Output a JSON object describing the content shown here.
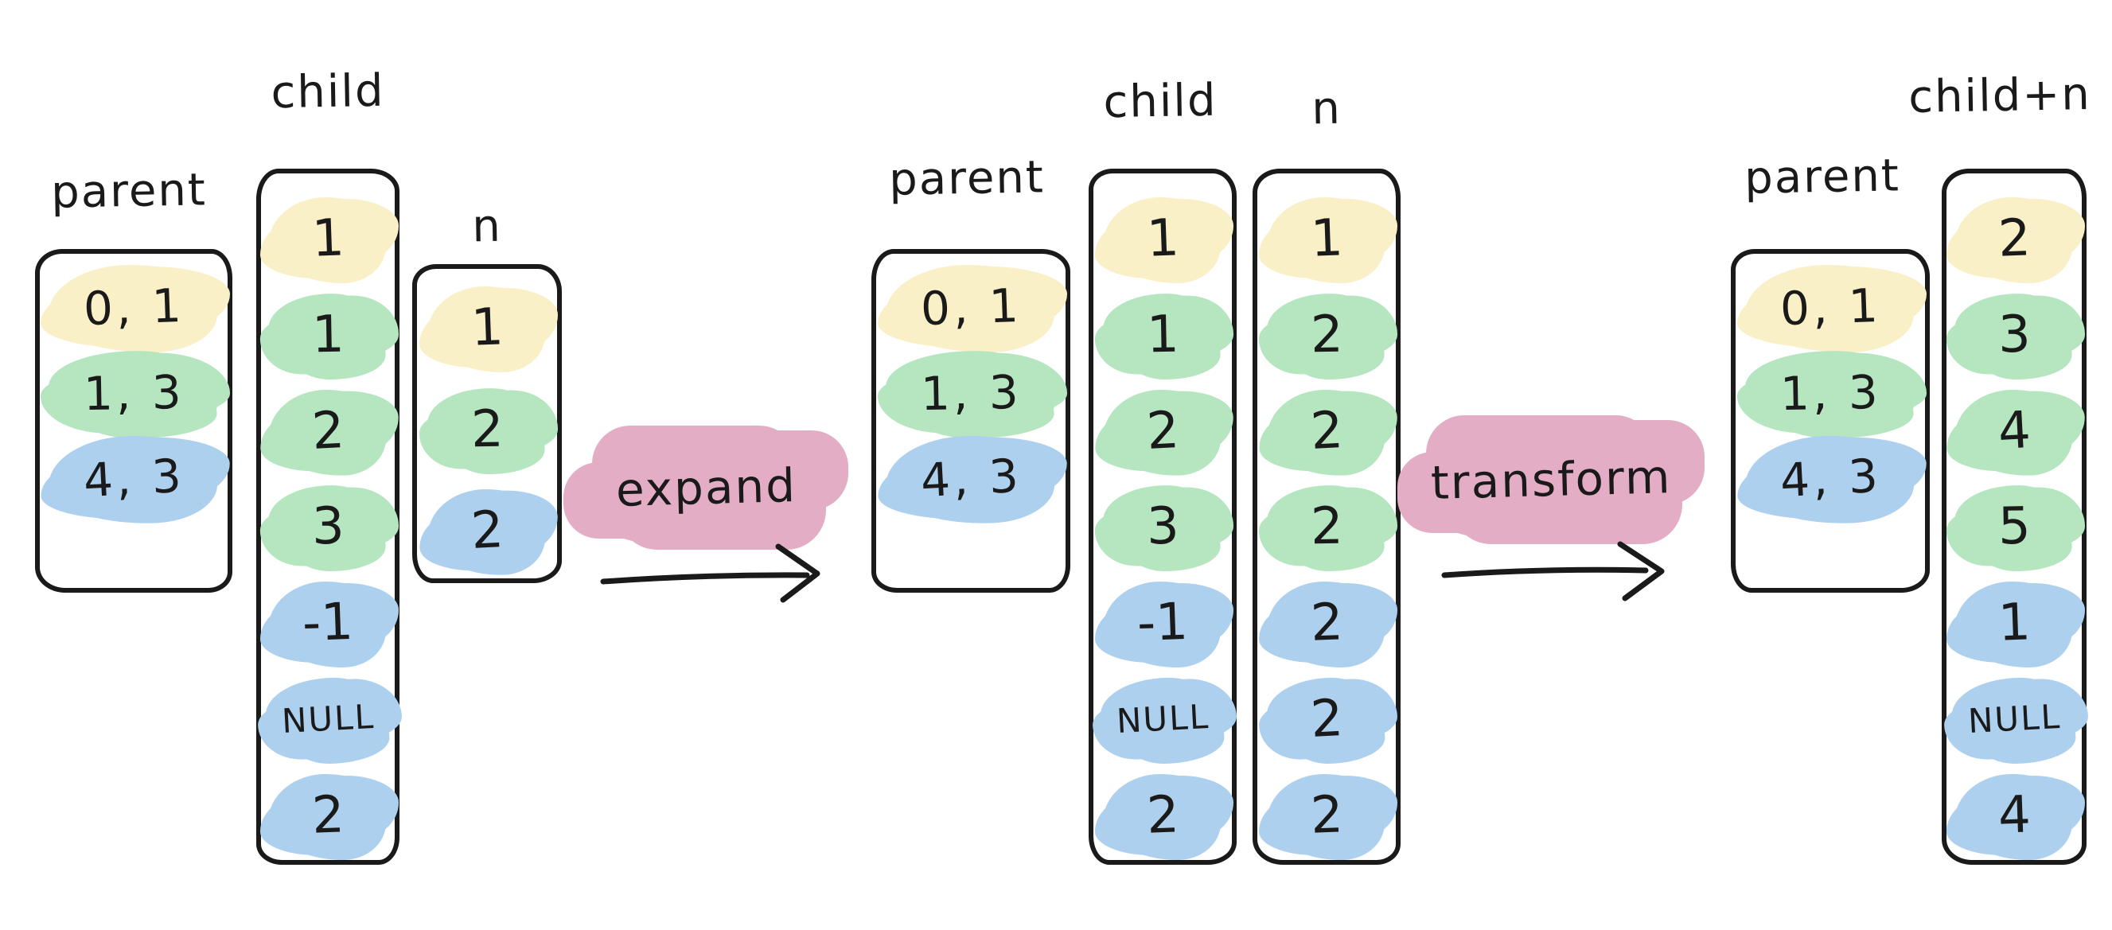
{
  "colors": {
    "ink": "#1a1a1a",
    "yellow": "#faf0c8",
    "green": "#b5e6c0",
    "blue": "#aed0ef",
    "pink": "#e3aec5"
  },
  "groups": [
    {
      "stage": "before-expand",
      "columns": [
        {
          "id": "parent",
          "label": "parent",
          "cells": [
            {
              "text": "0, 1",
              "color": "yellow"
            },
            {
              "text": "1, 3",
              "color": "green"
            },
            {
              "text": "4, 3",
              "color": "blue"
            }
          ]
        },
        {
          "id": "child",
          "label": "child",
          "cells": [
            {
              "text": "1",
              "color": "yellow"
            },
            {
              "text": "1",
              "color": "green"
            },
            {
              "text": "2",
              "color": "green"
            },
            {
              "text": "3",
              "color": "green"
            },
            {
              "text": "-1",
              "color": "blue"
            },
            {
              "text": "NULL",
              "color": "blue"
            },
            {
              "text": "2",
              "color": "blue"
            }
          ]
        },
        {
          "id": "n",
          "label": "n",
          "cells": [
            {
              "text": "1",
              "color": "yellow"
            },
            {
              "text": "2",
              "color": "green"
            },
            {
              "text": "2",
              "color": "blue"
            }
          ]
        }
      ]
    },
    {
      "stage": "after-expand",
      "columns": [
        {
          "id": "parent",
          "label": "parent",
          "cells": [
            {
              "text": "0, 1",
              "color": "yellow"
            },
            {
              "text": "1, 3",
              "color": "green"
            },
            {
              "text": "4, 3",
              "color": "blue"
            }
          ]
        },
        {
          "id": "child",
          "label": "child",
          "cells": [
            {
              "text": "1",
              "color": "yellow"
            },
            {
              "text": "1",
              "color": "green"
            },
            {
              "text": "2",
              "color": "green"
            },
            {
              "text": "3",
              "color": "green"
            },
            {
              "text": "-1",
              "color": "blue"
            },
            {
              "text": "NULL",
              "color": "blue"
            },
            {
              "text": "2",
              "color": "blue"
            }
          ]
        },
        {
          "id": "n",
          "label": "n",
          "cells": [
            {
              "text": "1",
              "color": "yellow"
            },
            {
              "text": "2",
              "color": "green"
            },
            {
              "text": "2",
              "color": "green"
            },
            {
              "text": "2",
              "color": "green"
            },
            {
              "text": "2",
              "color": "blue"
            },
            {
              "text": "2",
              "color": "blue"
            },
            {
              "text": "2",
              "color": "blue"
            }
          ]
        }
      ]
    },
    {
      "stage": "after-transform",
      "columns": [
        {
          "id": "parent",
          "label": "parent",
          "cells": [
            {
              "text": "0, 1",
              "color": "yellow"
            },
            {
              "text": "1, 3",
              "color": "green"
            },
            {
              "text": "4, 3",
              "color": "blue"
            }
          ]
        },
        {
          "id": "child_plus_n",
          "label": "child+n",
          "cells": [
            {
              "text": "2",
              "color": "yellow"
            },
            {
              "text": "3",
              "color": "green"
            },
            {
              "text": "4",
              "color": "green"
            },
            {
              "text": "5",
              "color": "green"
            },
            {
              "text": "1",
              "color": "blue"
            },
            {
              "text": "NULL",
              "color": "blue"
            },
            {
              "text": "4",
              "color": "blue"
            }
          ]
        }
      ]
    }
  ],
  "arrows": [
    {
      "label": "expand"
    },
    {
      "label": "transform"
    }
  ]
}
